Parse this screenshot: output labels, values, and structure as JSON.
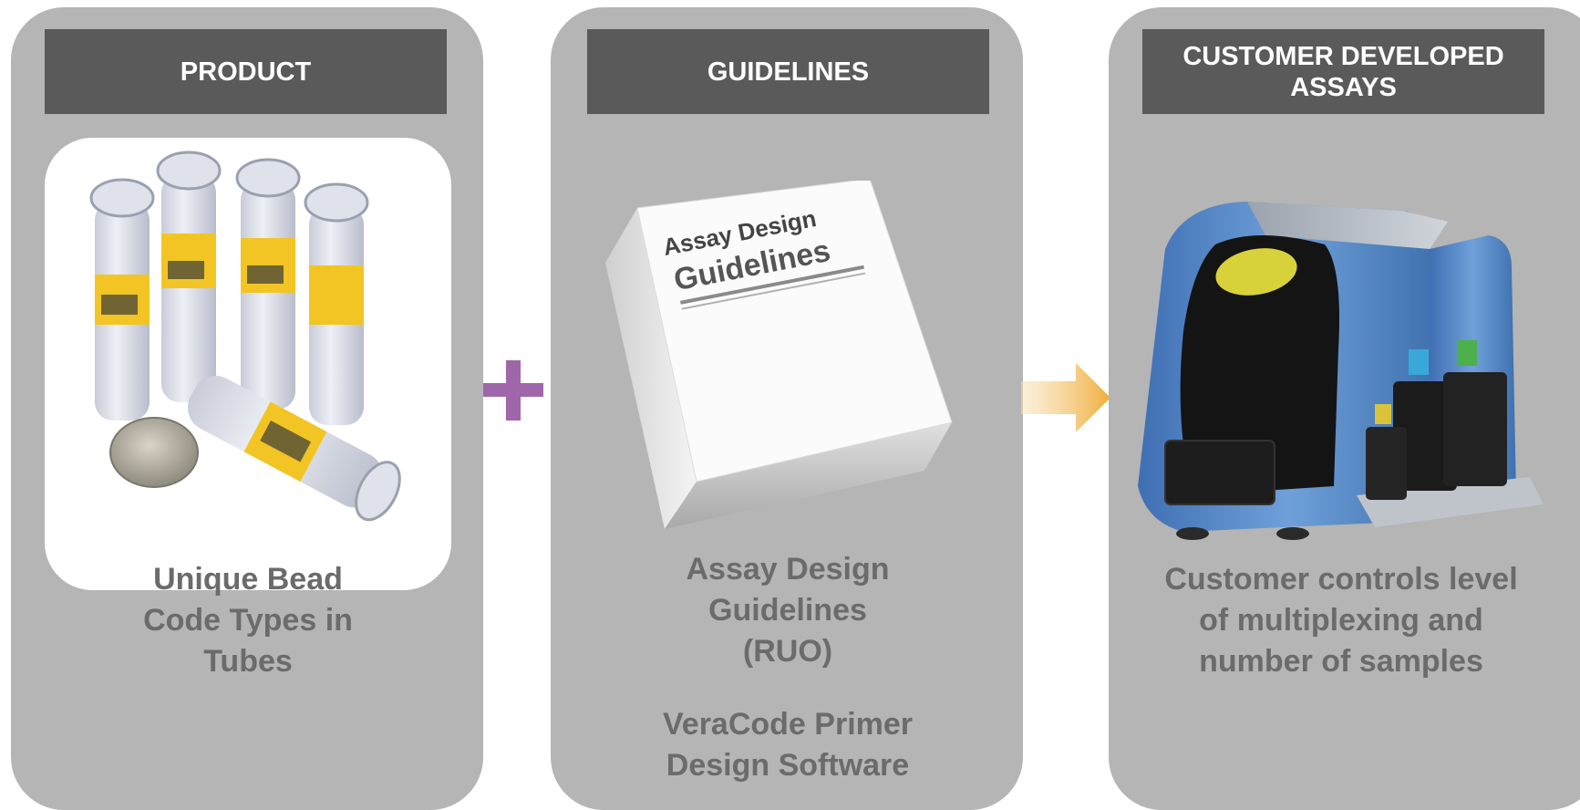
{
  "panels": {
    "product": {
      "header": "PRODUCT",
      "caption": [
        "Unique Bead",
        "Code Types in",
        "Tubes"
      ]
    },
    "guidelines": {
      "header": "GUIDELINES",
      "book": {
        "line1": "Assay Design",
        "line2": "Guidelines"
      },
      "caption": [
        "Assay Design",
        "Guidelines",
        "(RUO)"
      ],
      "caption2": [
        "VeraCode Primer",
        "Design Software"
      ]
    },
    "customer": {
      "header": [
        "CUSTOMER DEVELOPED",
        "ASSAYS"
      ],
      "caption": [
        "Customer controls level",
        "of multiplexing and",
        "number of samples"
      ]
    }
  },
  "connectors": {
    "plus": {
      "icon": "plus-icon",
      "color": "#a066aa"
    },
    "arrow": {
      "icon": "arrow-right-icon",
      "color": "#f0ad3a"
    }
  },
  "colors": {
    "panel": "#b5b5b5",
    "header": "#5a5a5a",
    "caption": "#6b6b6b"
  }
}
